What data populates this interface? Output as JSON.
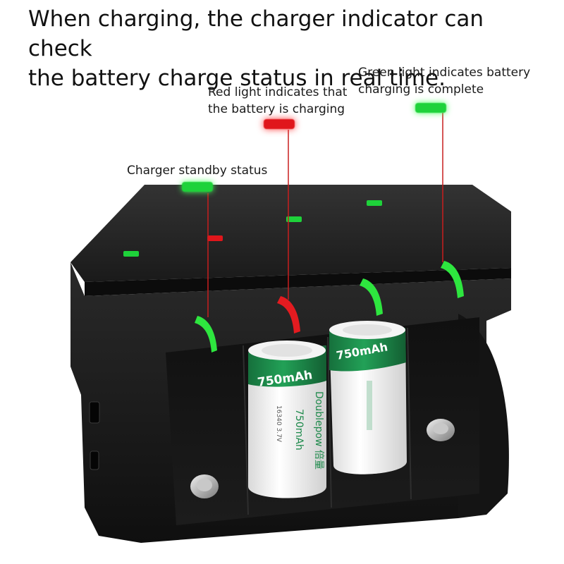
{
  "headline": {
    "line1": "When charging, the charger indicator can check",
    "line2": "the battery charge status in real time."
  },
  "callouts": {
    "red": {
      "line1": "Red light indicates that",
      "line2": "the battery is charging",
      "color": "#e0161b"
    },
    "green": {
      "line1": "Green light indicates battery",
      "line2": "charging is complete",
      "color": "#1ed23a"
    },
    "standby": {
      "line1": "Charger standby status",
      "color": "#1ed23a"
    }
  },
  "batteries": {
    "left": {
      "capacity": "750mAh",
      "brand": "Doublepow 倍量",
      "vertical_capacity": "750mAh",
      "model": "16340 3.7V"
    },
    "right": {
      "capacity": "750mAh"
    }
  },
  "charger": {
    "body_color": "#1b1b1b",
    "battery_green": "#1f8a4c"
  }
}
